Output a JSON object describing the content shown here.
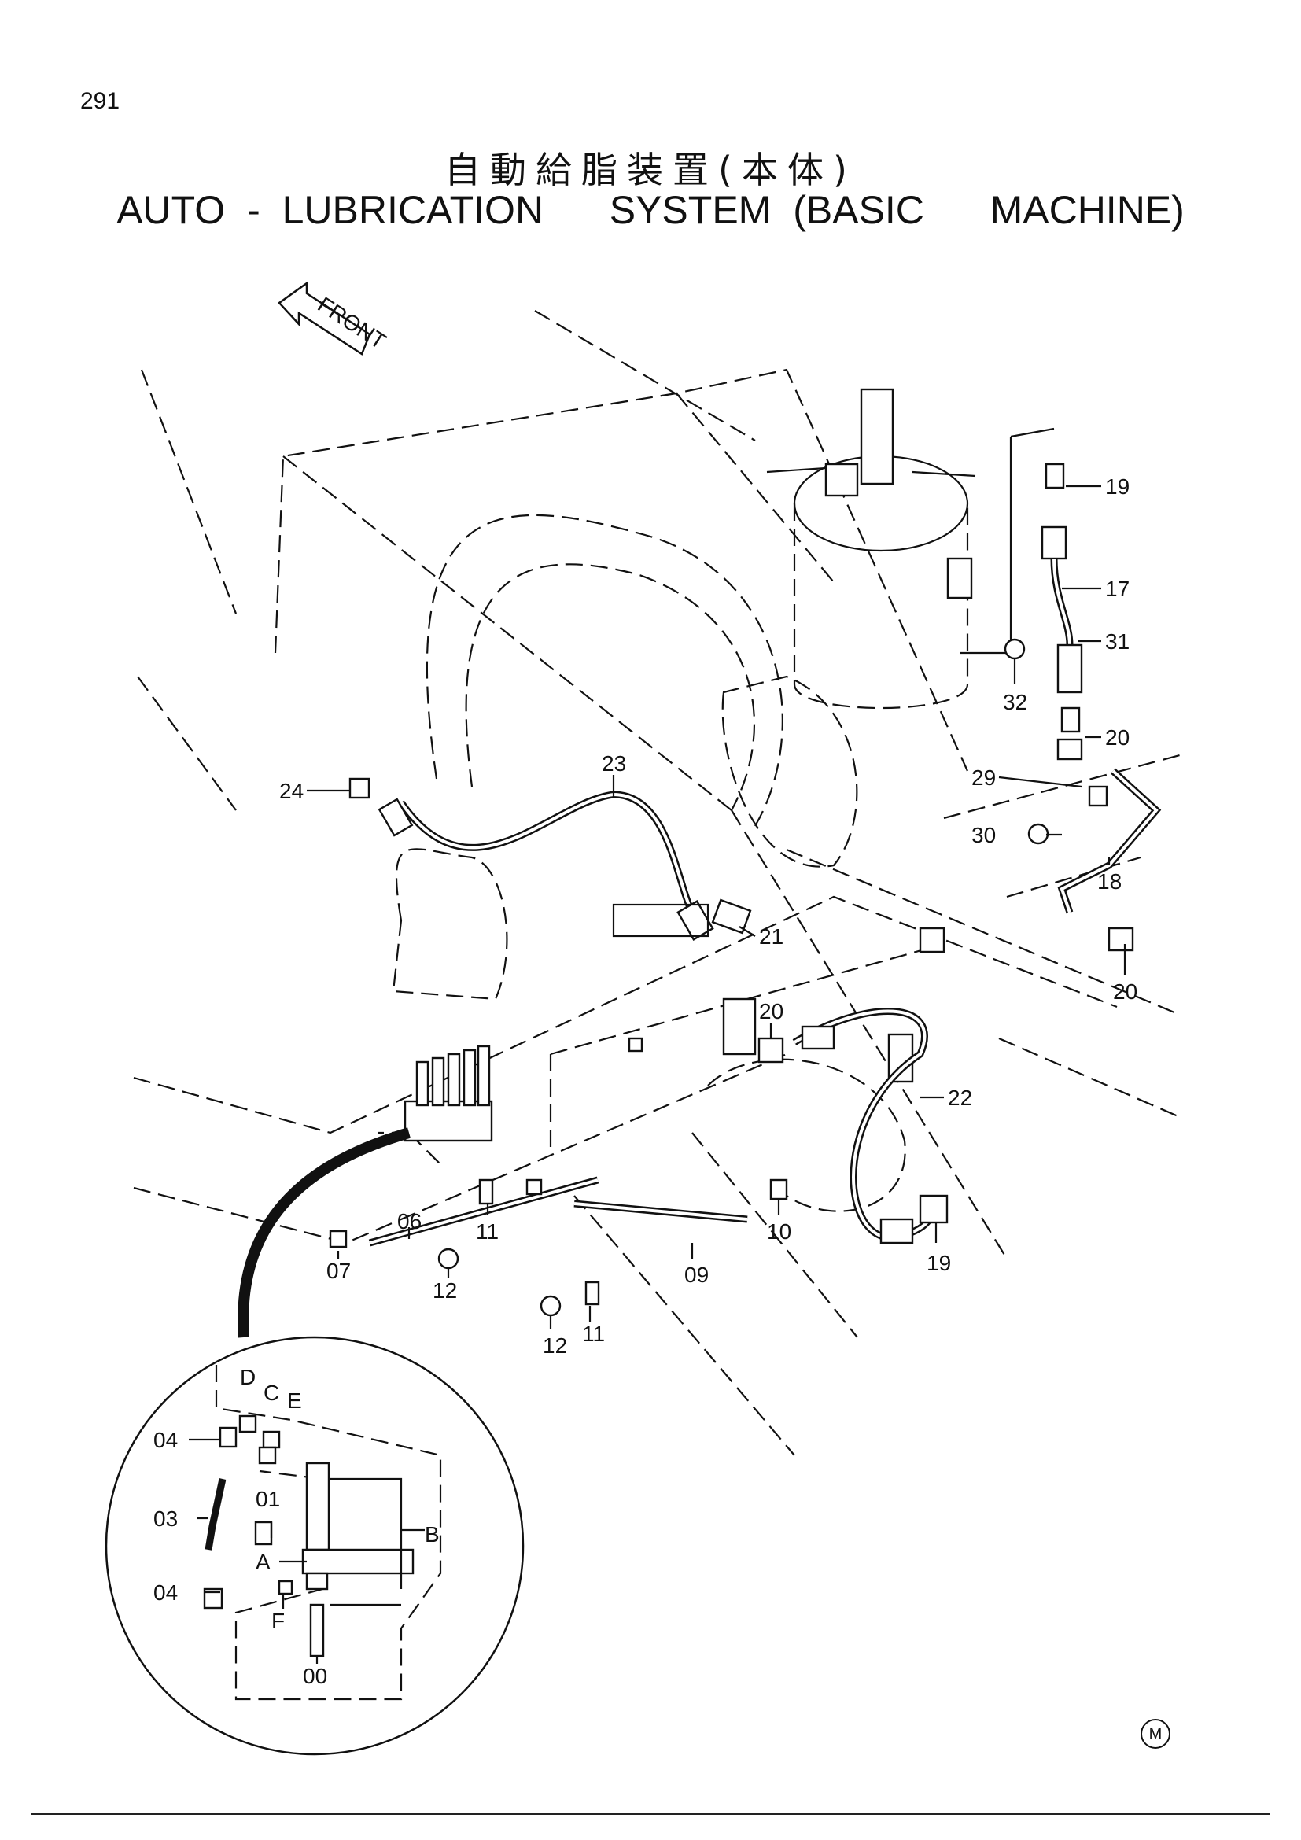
{
  "page_number": "291",
  "title_jp": "自動給脂装置(本体)",
  "title_en": "AUTO - LUBRICATION   SYSTEM (BASIC   MACHINE)",
  "front_label": "FRONT",
  "corner_mark": "M",
  "callouts": {
    "c19a": "19",
    "c17": "17",
    "c31": "31",
    "c32": "32",
    "c20a": "20",
    "c29": "29",
    "c30": "30",
    "c18": "18",
    "c20b": "20",
    "c23": "23",
    "c24": "24",
    "c21": "21",
    "c20c": "20",
    "c22": "22",
    "c06": "06",
    "c07": "07",
    "c12a": "12",
    "c11a": "11",
    "c12b": "12",
    "c11b": "11",
    "c09": "09",
    "c10": "10",
    "c19b": "19"
  },
  "detail_callouts": {
    "D": "D",
    "C": "C",
    "E": "E",
    "c04a": "04",
    "c03": "03",
    "c01": "01",
    "B": "B",
    "A": "A",
    "c04b": "04",
    "F": "F",
    "c00": "00"
  }
}
